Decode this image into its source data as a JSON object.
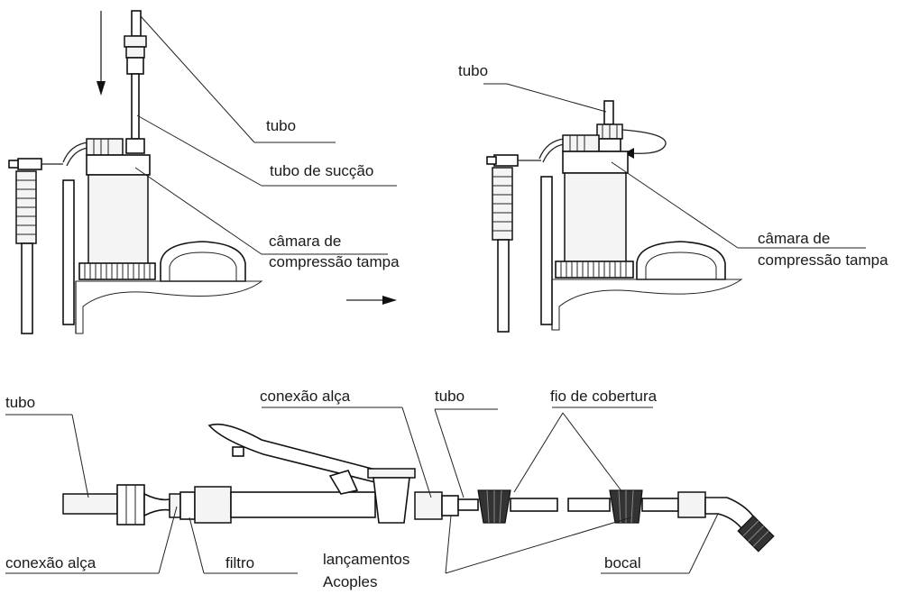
{
  "top_left": {
    "labels": {
      "tubo": "tubo",
      "tubo_succao": "tubo de sucção",
      "camara_line1": "câmara de",
      "camara_line2": "compressão tampa"
    }
  },
  "top_right": {
    "labels": {
      "tubo": "tubo",
      "camara_line1": "câmara de",
      "camara_line2": "compressão tampa"
    }
  },
  "bottom": {
    "labels": {
      "tubo_left": "tubo",
      "conexao_alca_top": "conexão alça",
      "tubo_mid": "tubo",
      "fio_cobertura": "fio de cobertura",
      "conexao_alca_bottom": "conexão alça",
      "filtro": "filtro",
      "lancamentos": "lançamentos",
      "acoples": "Acoples",
      "bocal": "bocal"
    }
  }
}
